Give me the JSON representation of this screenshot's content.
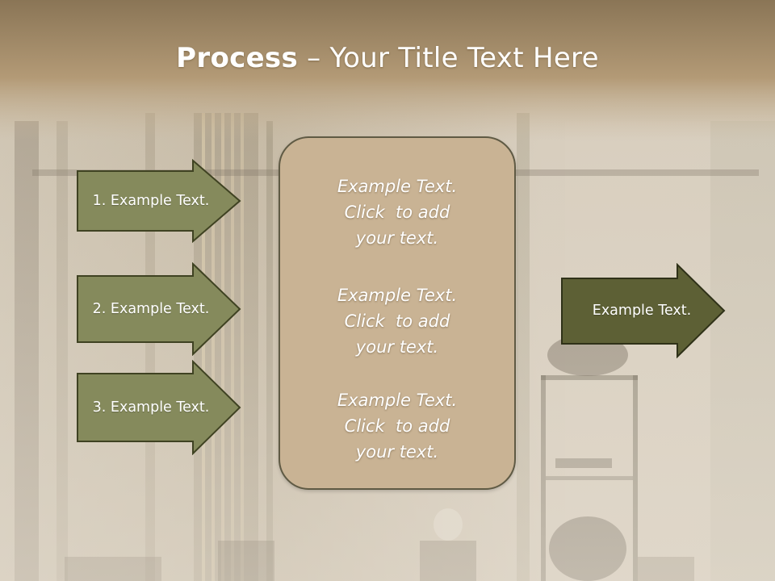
{
  "title": {
    "bold": "Process",
    "rest": " – Your Title Text Here"
  },
  "left_arrows": [
    {
      "label": "1. Example Text."
    },
    {
      "label": "2. Example Text."
    },
    {
      "label": "3. Example Text."
    }
  ],
  "center_box": {
    "paragraphs": [
      {
        "lines": [
          "Example Text.",
          "Click  to add",
          "your text."
        ]
      },
      {
        "lines": [
          "Example Text.",
          "Click  to add",
          "your text."
        ]
      },
      {
        "lines": [
          "Example Text.",
          "Click  to add",
          "your text."
        ]
      }
    ]
  },
  "right_arrow": {
    "label": "Example Text."
  },
  "colors": {
    "header": "#a08a6c",
    "left_arrow_fill": "#858a5c",
    "right_arrow_fill": "#5d6035",
    "arrow_stroke": "#3f4222",
    "box_fill": "#c9b394",
    "box_stroke": "#5f5a44"
  }
}
